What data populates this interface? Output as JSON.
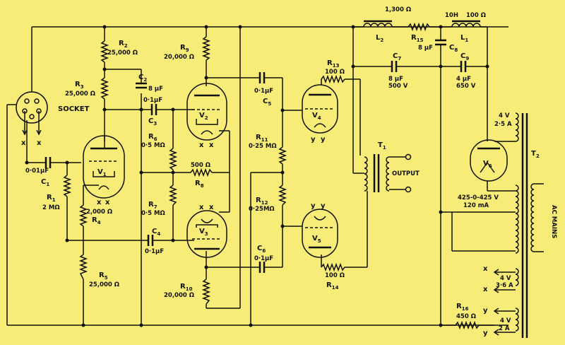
{
  "labels": {
    "socket": "SOCKET",
    "output": "OUTPUT",
    "ac_mains": "AC MAINS",
    "x": "x",
    "y": "y",
    "R1": "R",
    "R1_sub": "1",
    "R1_val": "2 MΩ",
    "R2": "R",
    "R2_sub": "2",
    "R2_val": "25,000 Ω",
    "R3": "R",
    "R3_sub": "3",
    "R3_val": "25,000 Ω",
    "R4": "R",
    "R4_sub": "4",
    "R4_val": "2,000 Ω",
    "R5": "R",
    "R5_sub": "5",
    "R5_val": "25,000 Ω",
    "R6": "R",
    "R6_sub": "6",
    "R6_val": "0·5 MΩ",
    "R7": "R",
    "R7_sub": "7",
    "R7_val": "0·5 MΩ",
    "R8": "R",
    "R8_sub": "8",
    "R8_val": "500 Ω",
    "R9": "R",
    "R9_sub": "9",
    "R9_val": "20,000 Ω",
    "R10": "R",
    "R10_sub": "10",
    "R10_val": "20,000 Ω",
    "R11": "R",
    "R11_sub": "11",
    "R11_val": "0·25 MΩ",
    "R12": "R",
    "R12_sub": "12",
    "R12_val": "0·25MΩ",
    "R13": "R",
    "R13_sub": "13",
    "R13_val": "100 Ω",
    "R14": "R",
    "R14_sub": "14",
    "R14_val": "100 Ω",
    "R15": "R",
    "R15_sub": "15",
    "R16": "R",
    "R16_sub": "16",
    "R16_val": "450 Ω",
    "C1": "C",
    "C1_sub": "1",
    "C1_val": "0·01μF",
    "C2": "C",
    "C2_sub": "2",
    "C2_val": "8 μF",
    "C3": "C",
    "C3_sub": "3",
    "C3_val": "0·1μF",
    "C4": "C",
    "C4_sub": "4",
    "C4_val": "0·1μF",
    "C5": "C",
    "C5_sub": "5",
    "C5_val": "0·1μF",
    "C6": "C",
    "C6_sub": "6",
    "C6_val": "0·1μF",
    "C7": "C",
    "C7_sub": "7",
    "C7_val1": "8 μF",
    "C7_val2": "500 V",
    "C8": "C",
    "C8_sub": "8",
    "C8_val": "8 μF",
    "C9": "C",
    "C9_sub": "9",
    "C9_val1": "4 μF",
    "C9_val2": "650 V",
    "L1": "L",
    "L1_sub": "1",
    "L1_val": "10H",
    "L2": "L",
    "L2_sub": "2",
    "L_top_val": "1,300 Ω",
    "L1_res": "100 Ω",
    "V1": "V",
    "V1_sub": "1",
    "V2": "V",
    "V2_sub": "2",
    "V3": "V",
    "V3_sub": "3",
    "V4": "V",
    "V4_sub": "4",
    "V5": "V",
    "V5_sub": "5",
    "V6": "V",
    "V6_sub": "6",
    "T1": "T",
    "T1_sub": "1",
    "T2": "T",
    "T2_sub": "2",
    "hv_winding1": "425-0-425 V",
    "hv_winding2": "120 mA",
    "w1_volt": "4 V",
    "w1_amp": "2·5 A",
    "w2_volt": "4 V",
    "w2_amp": "3·6 A",
    "w3_volt": "4 V",
    "w3_amp": "2 A"
  }
}
